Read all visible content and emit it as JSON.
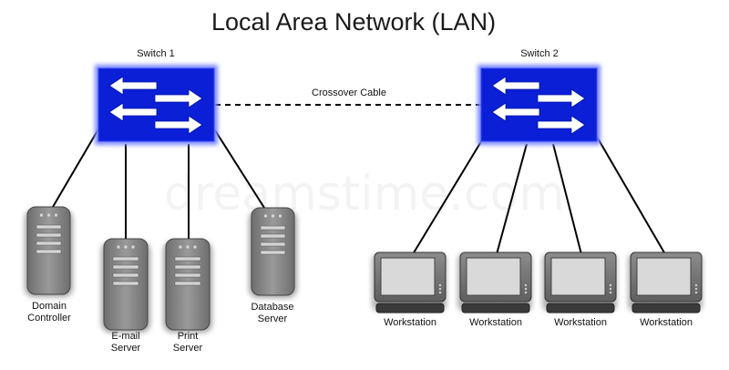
{
  "title": "Local Area Network (LAN)",
  "colors": {
    "switch_fill": "#0a1fd6",
    "switch_glow": "#6f7bff",
    "server_gray": "#8a8a8a",
    "monitor_gray": "#7a7a7a",
    "screen_gray": "#d9d9d9"
  },
  "switches": [
    {
      "label": "Switch 1"
    },
    {
      "label": "Switch 2"
    }
  ],
  "link_label": "Crossover Cable",
  "servers": [
    {
      "label_lines": [
        "Domain",
        "Controller"
      ]
    },
    {
      "label_lines": [
        "E-mail",
        "Server"
      ]
    },
    {
      "label_lines": [
        "Print",
        "Server"
      ]
    },
    {
      "label_lines": [
        "Database",
        "Server"
      ]
    }
  ],
  "workstations": [
    {
      "label": "Workstation"
    },
    {
      "label": "Workstation"
    },
    {
      "label": "Workstation"
    },
    {
      "label": "Workstation"
    }
  ],
  "watermark": "dreamstime.com"
}
